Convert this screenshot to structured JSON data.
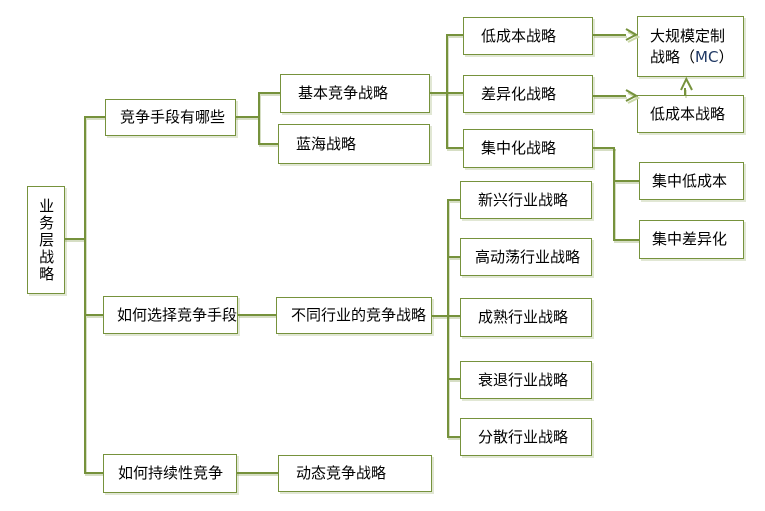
{
  "colors": {
    "line": "#76923C",
    "line_shadow": "#CBD9A8",
    "box_border": "#76923C",
    "background": "#FFFFFF",
    "text": "#000000",
    "mc_text": "#1F3864"
  },
  "diagram": {
    "type": "tree",
    "nodes": {
      "root": {
        "text": "业务层战略"
      },
      "competitive_means": {
        "text": "竞争手段有哪些"
      },
      "basic_strategy": {
        "text": "基本竞争战略"
      },
      "blue_ocean": {
        "text": "蓝海战略"
      },
      "low_cost": {
        "text": "低成本战略"
      },
      "differentiation": {
        "text": "差异化战略"
      },
      "focus": {
        "text": "集中化战略"
      },
      "mass_customization": {
        "line1": "大规模定制",
        "line2_prefix": "战略（",
        "mc": "MC",
        "line2_suffix": "）"
      },
      "low_cost_2": {
        "text": "低成本战略"
      },
      "focused_low_cost": {
        "text": "集中低成本"
      },
      "focused_differentiation": {
        "text": "集中差异化"
      },
      "choose_means": {
        "text": "如何选择竞争手段"
      },
      "industry_strategies": {
        "text": "不同行业的竞争战略"
      },
      "emerging_industry": {
        "text": "新兴行业战略"
      },
      "turbulent_industry": {
        "text": "高动荡行业战略"
      },
      "mature_industry": {
        "text": "成熟行业战略"
      },
      "declining_industry": {
        "text": "衰退行业战略"
      },
      "fragmented_industry": {
        "text": "分散行业战略"
      },
      "sustained_competition": {
        "text": "如何持续性竞争"
      },
      "dynamic_strategy": {
        "text": "动态竞争战略"
      }
    }
  }
}
